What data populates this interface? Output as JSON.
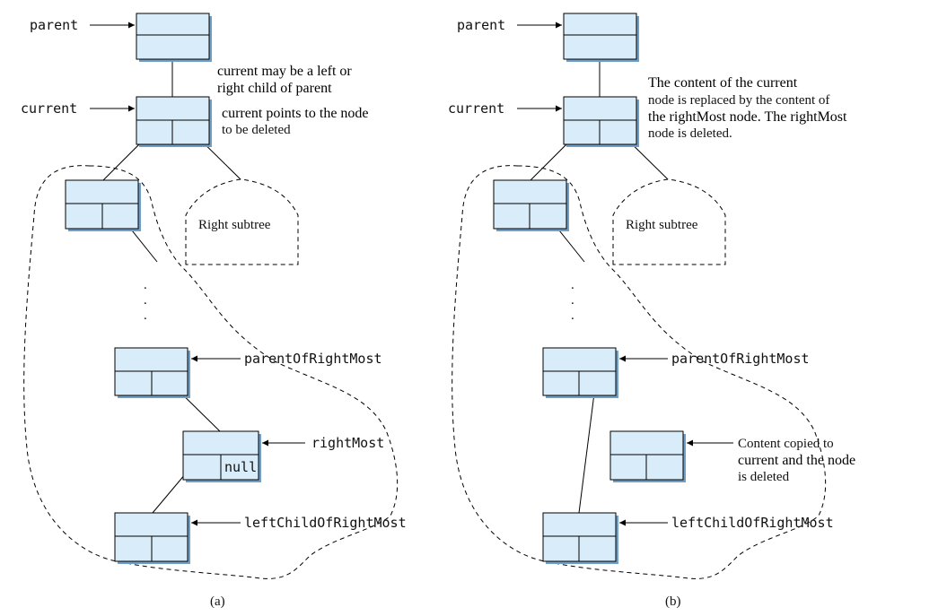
{
  "panel_a": {
    "labels": {
      "parent": "parent",
      "current": "current",
      "parent_of_right_most": "parentOfRightMost",
      "right_most": "rightMost",
      "left_child_of_right_most": "leftChildOfRightMost",
      "right_subtree": "Right subtree",
      "null_text": "null"
    },
    "note_parent": {
      "line1_code": "current",
      "line1_text": " may be a left or",
      "line2_text": "right child of ",
      "line2_code": "parent"
    },
    "note_current": {
      "line1_code": "current",
      "line1_text": " points to the node",
      "line2_text": "to be deleted"
    },
    "caption": "(a)"
  },
  "panel_b": {
    "labels": {
      "parent": "parent",
      "current": "current",
      "parent_of_right_most": "parentOfRightMost",
      "left_child_of_right_most": "leftChildOfRightMost",
      "right_subtree": "Right subtree"
    },
    "note_top": {
      "line1_text": "The content of the ",
      "line1_code": "current",
      "line2_text": "node is replaced by the content of",
      "line3_text": "the ",
      "line3_code": "rightMost",
      "line3_text2": " node. The ",
      "line3_code2": "rightMost",
      "line4_text": "node is deleted."
    },
    "note_copied": {
      "line1_text": "Content copied to",
      "line2_code": "current",
      "line2_text": " and the node",
      "line3_text": "is deleted"
    },
    "caption": "(b)"
  },
  "ellipsis": "."
}
